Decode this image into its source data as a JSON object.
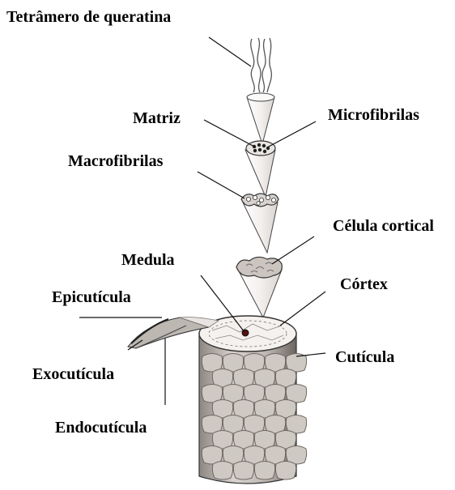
{
  "labels": {
    "tetramer": "Tetrâmero de queratina",
    "matrix": "Matriz",
    "microfibrils": "Microfibrilas",
    "macrofibrils": "Macrofibrilas",
    "cortical_cell": "Célula cortical",
    "medulla": "Medula",
    "cortex": "Córtex",
    "epicuticle": "Epicutícula",
    "cuticle": "Cutícula",
    "exocuticle": "Exocutícula",
    "endocuticle": "Endocutícula"
  },
  "colors": {
    "ink": "#111111",
    "scale_fill": "#cfc9c4",
    "scale_shadow": "#6e6762",
    "cone_fill": "#f2efec"
  }
}
